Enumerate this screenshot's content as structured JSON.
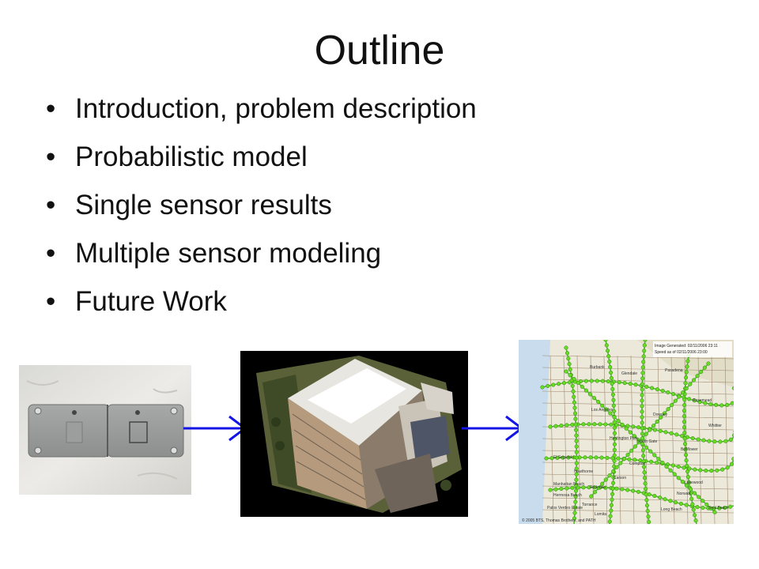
{
  "slide": {
    "title": "Outline",
    "bullets": [
      "Introduction, problem description",
      "Probabilistic model",
      "Single sensor results",
      "Multiple sensor modeling",
      "Future Work"
    ],
    "bullet_glyph": "•"
  },
  "images": {
    "sensor": "sensor-device-photo",
    "building": "building-aerial-photo",
    "map": "traffic-sensor-map",
    "map_header_1": "Image Generated: 02/11/2006 23:11",
    "map_header_2": "Speed as of 02/11/2006 23:00",
    "map_copyright": "© 2005 BTS, Thomas Brothers, and PATH",
    "map_places": [
      "Burbank",
      "Glendale",
      "Pasadena",
      "Los Angeles",
      "Rosemead",
      "Huntington Park",
      "El Segundo",
      "Hawthorne",
      "Compton",
      "Manhattan Beach",
      "Hermosa Beach",
      "Redondo",
      "Carson",
      "Torrance",
      "Long Beach",
      "Palos Verdes Estate",
      "South Gate",
      "Bellflower",
      "Lakewood",
      "Whittier",
      "Downey",
      "Norwalk",
      "Seal Beach",
      "Lomita"
    ]
  },
  "colors": {
    "arrow": "#1414e6",
    "sensor_dot": "#66dd22",
    "map_bg": "#ece8da"
  }
}
